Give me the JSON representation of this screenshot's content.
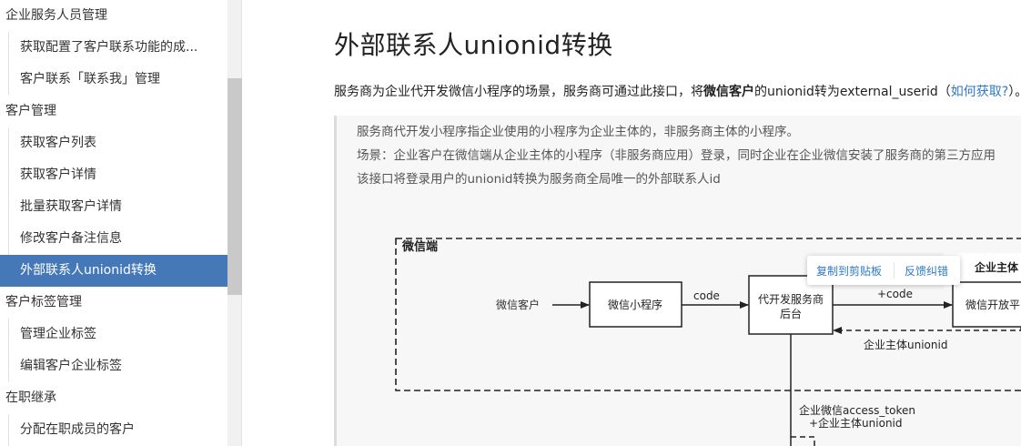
{
  "sidebar": {
    "items": [
      {
        "label": "企业服务人员管理",
        "kind": "group"
      },
      {
        "label": "获取配置了客户联系功能的成...",
        "kind": "item"
      },
      {
        "label": "客户联系「联系我」管理",
        "kind": "item"
      },
      {
        "label": "客户管理",
        "kind": "group"
      },
      {
        "label": "获取客户列表",
        "kind": "item"
      },
      {
        "label": "获取客户详情",
        "kind": "item"
      },
      {
        "label": "批量获取客户详情",
        "kind": "item"
      },
      {
        "label": "修改客户备注信息",
        "kind": "item"
      },
      {
        "label": "外部联系人unionid转换",
        "kind": "item",
        "active": true
      },
      {
        "label": "客户标签管理",
        "kind": "group"
      },
      {
        "label": "管理企业标签",
        "kind": "item"
      },
      {
        "label": "编辑客户企业标签",
        "kind": "item"
      },
      {
        "label": "在职继承",
        "kind": "group"
      },
      {
        "label": "分配在职成员的客户",
        "kind": "item"
      }
    ],
    "active_color": "#4478b6"
  },
  "main": {
    "title": "外部联系人unionid转换",
    "intro": {
      "part1": "服务商为企业代开发微信小程序的场景，服务商可通过此接口，将",
      "bold": "微信客户",
      "part2": "的unionid转为external_userid（",
      "link": "如何获取?",
      "part3": "）。"
    },
    "quote": {
      "lines": [
        "服务商代开发小程序指企业使用的小程序为企业主体的，非服务商主体的小程序。",
        "场景：企业客户在微信端从企业主体的小程序（非服务商应用）登录，同时企业在企业微信安装了服务商的第三方应用",
        "该接口将登录用户的unionid转换为服务商全局唯一的外部联系人id"
      ]
    },
    "diagram": {
      "region_wechat": "微信端",
      "region_enterprise": "企业主体",
      "actor_customer": "微信客户",
      "box_miniprogram": "微信小程序",
      "edge_code": "code",
      "box_backend_line1": "代开发服务商",
      "box_backend_line2": "后台",
      "edge_code2": "+code",
      "box_open_platform": "微信开放平",
      "edge_return": "企业主体unionid",
      "edge_down_line1": "企业微信access_token",
      "edge_down_line2": "+企业主体unionid"
    },
    "popup": {
      "copy": "复制到剪贴板",
      "report": "反馈纠错"
    }
  }
}
